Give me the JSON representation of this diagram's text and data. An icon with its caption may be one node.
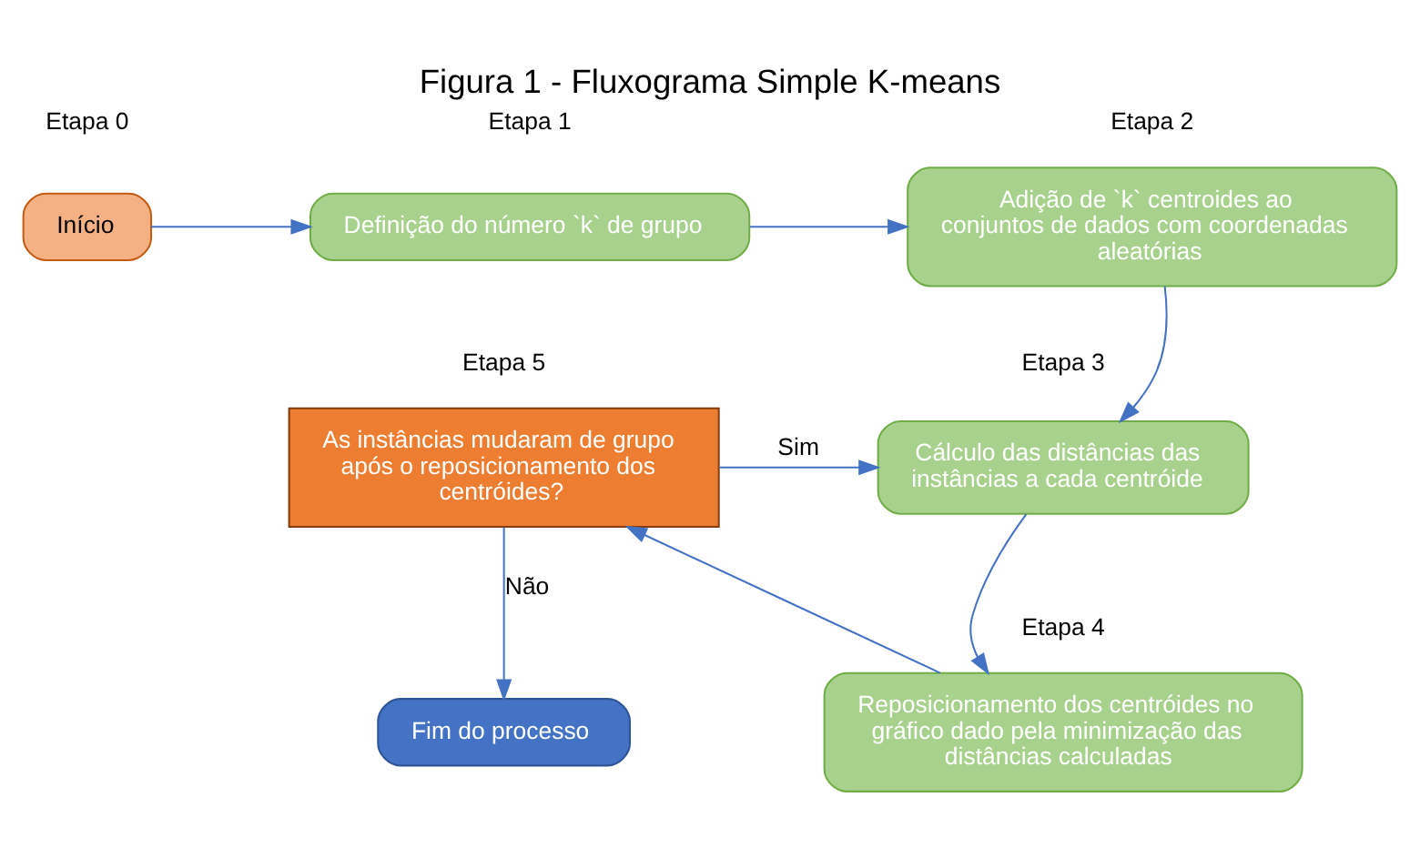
{
  "diagram": {
    "title": "Figura 1 - Fluxograma Simple K-means",
    "nodes": [
      {
        "text": [
          "Início"
        ],
        "beside": [
          "Etapa 0"
        ]
      },
      {
        "text": [
          "Definição do número `k` de grupo"
        ],
        "beside": [
          "Etapa 1"
        ]
      },
      {
        "text": [
          "Adição de `k` centroides ao conjuntos de dados com coordenadas aleatórias"
        ],
        "beside": [
          "Etapa 2"
        ]
      },
      {
        "text": [
          "Cálculo das distâncias das instâncias a cada centróide"
        ],
        "beside": [
          "Etapa 3"
        ]
      },
      {
        "text": [
          "Reposicionamento dos centróides no gráfico dado pela minimização das distâncias calculadas"
        ],
        "beside": [
          "Etapa 4"
        ]
      },
      {
        "text": [
          "As instâncias mudaram de grupo após o reposicionamento dos centróides?"
        ],
        "beside": [
          "Etapa 5"
        ]
      },
      {
        "text": [
          "Fim do processo"
        ]
      }
    ],
    "edges": [
      {
        "from": 0,
        "to": 1,
        "arrow": "to"
      },
      {
        "from": 1,
        "to": 2,
        "arrow": "to"
      },
      {
        "from": 2,
        "to": 3,
        "arrow": "to"
      },
      {
        "from": 3,
        "to": 4,
        "arrow": "to"
      },
      {
        "from": 4,
        "to": 5,
        "arrow": "to"
      },
      {
        "from": 5,
        "to": 3,
        "arrow": "to",
        "label": "Sim"
      },
      {
        "from": 5,
        "to": 6,
        "arrow": "to",
        "label": "Não"
      }
    ]
  }
}
